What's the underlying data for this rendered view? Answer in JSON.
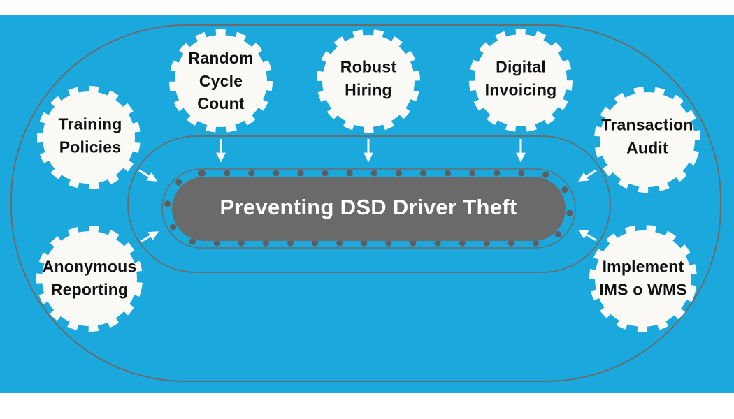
{
  "title": {
    "text": "Preventing DSD Driver Theft"
  },
  "nodes": [
    {
      "id": "random-cycle-count",
      "label": "Random\nCycle\nCount"
    },
    {
      "id": "robust-hiring",
      "label": "Robust\nHiring"
    },
    {
      "id": "digital-invoicing",
      "label": "Digital\nInvoicing"
    },
    {
      "id": "training-policies",
      "label": "Training\nPolicies"
    },
    {
      "id": "transaction-audit",
      "label": "Transaction\nAudit"
    },
    {
      "id": "anonymous-reporting",
      "label": "Anonymous\nReporting"
    },
    {
      "id": "implement-ims-wms",
      "label": "Implement\nIMS o WMS"
    }
  ],
  "colors": {
    "background_cyan": "#1BA8DC",
    "page_white": "#FFFFFF",
    "badge_white": "#FBFAF6",
    "center_pill_gray": "#6A6A6A",
    "border_gray": "#6B6B6B",
    "dot_gray": "#5E5E5E",
    "label_text": "#111111",
    "title_text": "#FFFFFF",
    "arrow_white": "#FFFFFF"
  }
}
